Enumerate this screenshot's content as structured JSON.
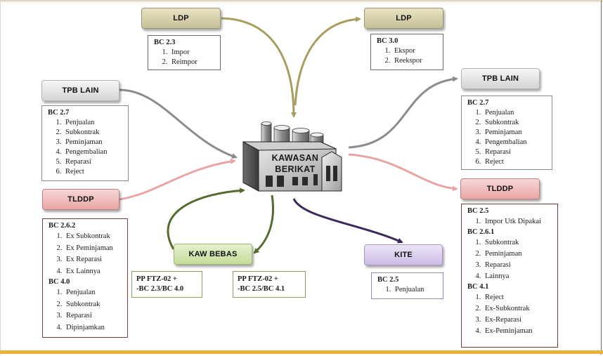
{
  "center": {
    "line1": "KAWASAN",
    "line2": "BERIKAT"
  },
  "ldp_left": {
    "title": "LDP",
    "code": "BC 2.3",
    "items": [
      "Impor",
      "Reimpor"
    ]
  },
  "ldp_right": {
    "title": "LDP",
    "code": "BC 3.0",
    "items": [
      "Ekspor",
      "Reekspor"
    ]
  },
  "tpb_left": {
    "title": "TPB LAIN",
    "code": "BC 2.7",
    "items": [
      "Penjualan",
      "Subkontrak",
      "Peminjaman",
      "Pengembalian",
      "Reparasi",
      "Reject"
    ]
  },
  "tpb_right": {
    "title": "TPB LAIN",
    "code": "BC 2.7",
    "items": [
      "Penjualan",
      "Subkontrak",
      "Peminjaman",
      "Pengembalian",
      "Reparasi",
      "Reject"
    ]
  },
  "tlddp_left": {
    "title": "TLDDP",
    "groups": [
      {
        "code": "BC 2.6.2",
        "items": [
          "Ex Subkontrak",
          "Ex Peminjaman",
          "Ex Reparasi",
          "Ex Lainnya"
        ]
      },
      {
        "code": "BC 4.0",
        "items": [
          "Penjualan",
          "Subkontrak",
          "Reparasi",
          "Dipinjamkan"
        ]
      }
    ]
  },
  "tlddp_right": {
    "title": "TLDDP",
    "groups": [
      {
        "code": "BC 2.5",
        "items": [
          "Impor Utk Dipakai"
        ]
      },
      {
        "code": "BC 2.6.1",
        "items": [
          "Subkontrak",
          "Peminjaman",
          "Reparasi",
          "Lainnya"
        ]
      },
      {
        "code": "BC 4.1",
        "items": [
          "Reject",
          "Ex-Subkontrak",
          "Ex-Reparasi",
          "Ex-Peminjaman"
        ]
      }
    ]
  },
  "kaw_bebas": {
    "title": "KAW BEBAS",
    "left": {
      "line1": "PP FTZ-02 +",
      "line2": "-BC 2.3/BC 4.0"
    },
    "right": {
      "line1": "PP FTZ-02 +",
      "line2": "-BC 2.5/BC 4.1"
    }
  },
  "kite": {
    "title": "KITE",
    "code": "BC 2.5",
    "items": [
      "Penjualan"
    ]
  },
  "colors": {
    "ldp_arrow": "#a89d5f",
    "tpb_arrow": "#8c8c8c",
    "tlddp_arrow": "#e8a5a5",
    "kaw_arrow": "#556b2f",
    "kite_arrow": "#3d2a5c",
    "bottom_bar": "#e9b23a"
  }
}
